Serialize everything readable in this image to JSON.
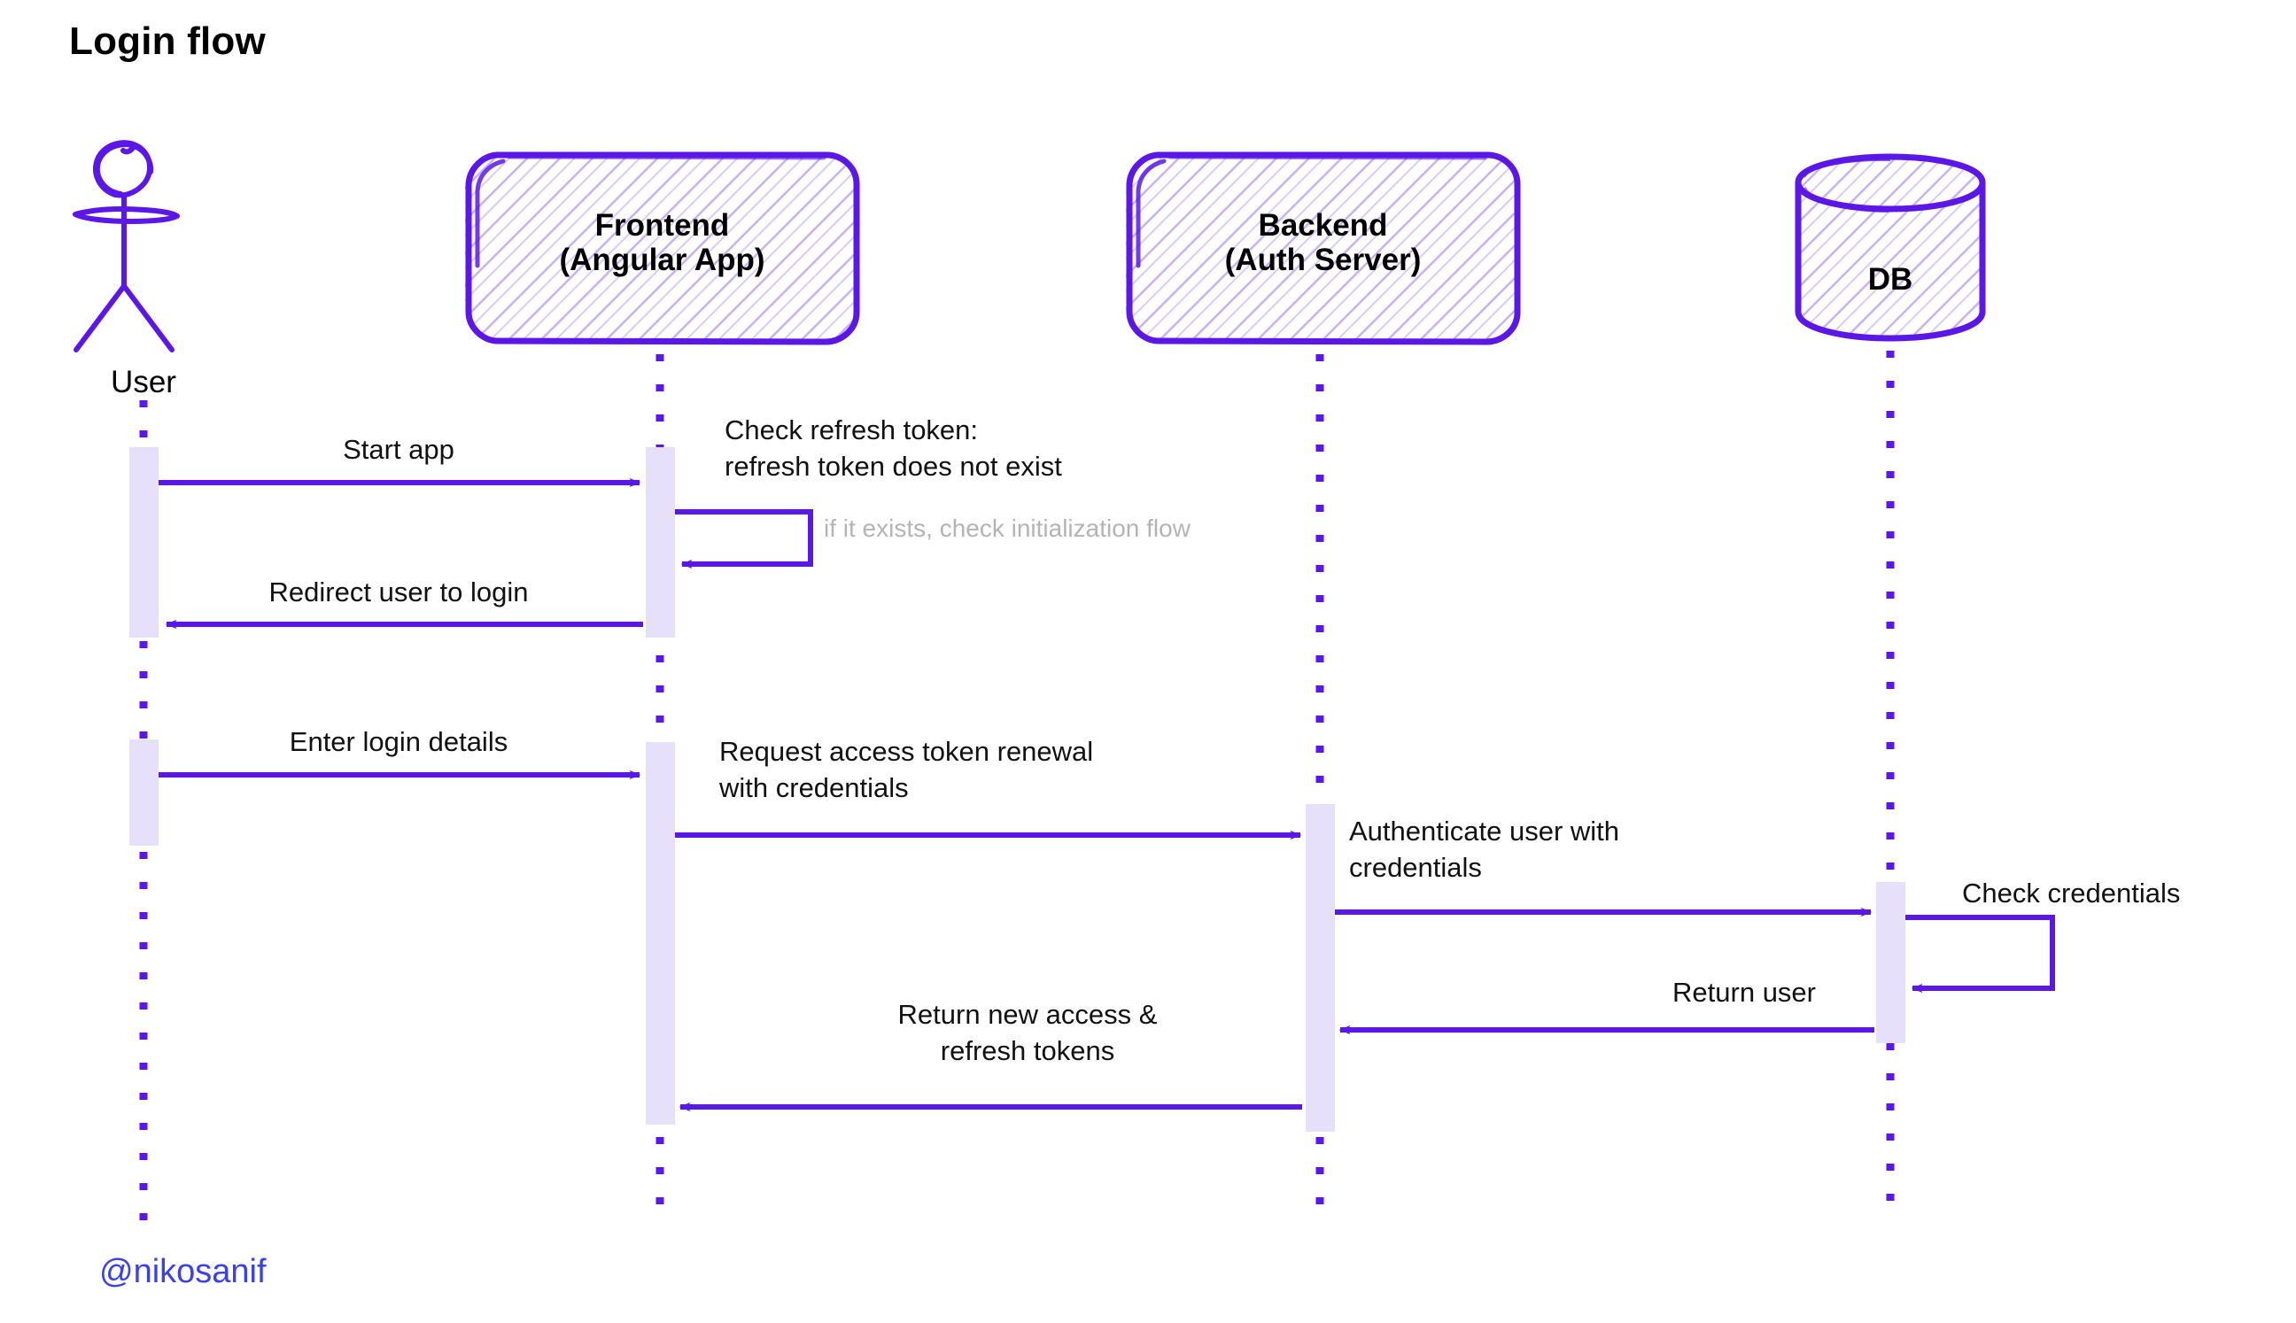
{
  "title": "Login flow",
  "credit": "@nikosanif",
  "colors": {
    "stroke": "#5b17e8",
    "hatch": "#c7b2f5",
    "activation": "#e7e0fa",
    "text": "#111111",
    "muted": "#b4b4b4",
    "credit": "#3a3ff0",
    "background": "#ffffff"
  },
  "participants": [
    {
      "id": "user",
      "kind": "actor",
      "label": "User"
    },
    {
      "id": "frontend",
      "kind": "box",
      "label": "Frontend\n(Angular App)"
    },
    {
      "id": "backend",
      "kind": "box",
      "label": "Backend\n(Auth Server)"
    },
    {
      "id": "db",
      "kind": "database",
      "label": "DB"
    }
  ],
  "messages": [
    {
      "id": "m1",
      "from": "user",
      "to": "frontend",
      "label": "Start app",
      "direction": "right",
      "style": "solid"
    },
    {
      "id": "m2",
      "from": "frontend",
      "to": "frontend",
      "label": "Check refresh token:\nrefresh token does not exist",
      "note": "if it exists, check initialization flow",
      "direction": "self",
      "style": "solid"
    },
    {
      "id": "m3",
      "from": "frontend",
      "to": "user",
      "label": "Redirect user to login",
      "direction": "left",
      "style": "solid"
    },
    {
      "id": "m4",
      "from": "user",
      "to": "frontend",
      "label": "Enter login details",
      "direction": "right",
      "style": "solid"
    },
    {
      "id": "m5",
      "from": "frontend",
      "to": "backend",
      "label": "Request access token renewal\nwith credentials",
      "direction": "right",
      "style": "solid"
    },
    {
      "id": "m6",
      "from": "backend",
      "to": "db",
      "label": "Authenticate user with\ncredentials",
      "direction": "right",
      "style": "solid"
    },
    {
      "id": "m7",
      "from": "db",
      "to": "db",
      "label": "Check credentials",
      "direction": "self",
      "style": "solid"
    },
    {
      "id": "m8",
      "from": "db",
      "to": "backend",
      "label": "Return user",
      "direction": "left",
      "style": "solid"
    },
    {
      "id": "m9",
      "from": "backend",
      "to": "frontend",
      "label": "Return new access &\nrefresh tokens",
      "direction": "left",
      "style": "solid"
    }
  ],
  "labels": {
    "user_name": "User",
    "frontend_name": "Frontend\n(Angular App)",
    "backend_name": "Backend\n(Auth Server)",
    "db_name": "DB",
    "m1": "Start app",
    "m2": "Check refresh token:\nrefresh token does not exist",
    "m2_note": "if it exists, check initialization flow",
    "m3": "Redirect user to login",
    "m4": "Enter login details",
    "m5": "Request access token renewal\nwith credentials",
    "m6": "Authenticate user with\ncredentials",
    "m7": "Check credentials",
    "m8": "Return user",
    "m9": "Return new access &\nrefresh tokens"
  }
}
